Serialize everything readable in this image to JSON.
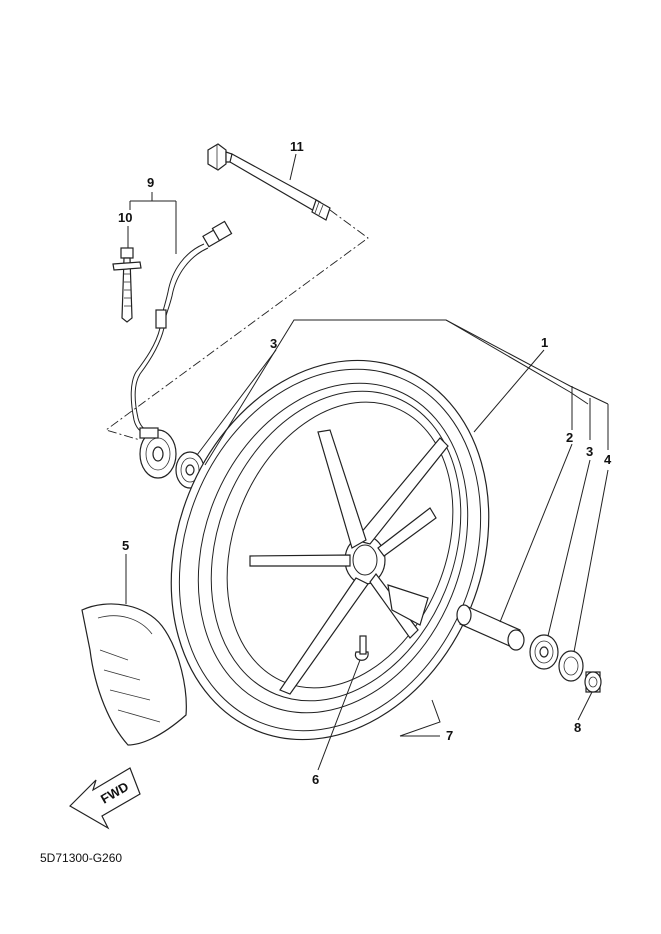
{
  "labels": {
    "l1": "1",
    "l2": "2",
    "l3a": "3",
    "l3b": "3",
    "l4": "4",
    "l5": "5",
    "l6": "6",
    "l7": "7",
    "l8": "8",
    "l9": "9",
    "l10": "10",
    "l11": "11"
  },
  "fwd": "FWD",
  "diagram_code": "5D71300-G260"
}
